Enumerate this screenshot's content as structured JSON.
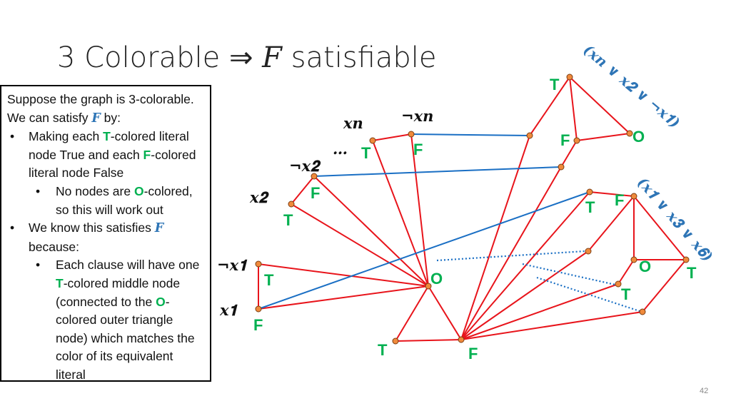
{
  "title": {
    "prefix": "3 Colorable ⇒ ",
    "var": "F",
    "suffix": " satisfiable"
  },
  "textbox": {
    "line1": "Suppose the graph is 3-colorable. We can satisfy ",
    "line1_var": "F",
    "line1_end": " by:",
    "b1_pre": "Making each ",
    "b1_T": "T",
    "b1_mid": "-colored literal node True and each ",
    "b1_F": "F",
    "b1_end": "-colored literal node False",
    "b1a_pre": "No nodes are ",
    "b1a_O": "O",
    "b1a_end": "-colored, so this will work out",
    "b2_pre": "We know this satisfies ",
    "b2_var": "F",
    "b2_end": " because:",
    "b2a_pre": "Each clause will have one ",
    "b2a_T": "T",
    "b2a_mid": "-colored middle node (connected to the ",
    "b2a_O": "O",
    "b2a_end": "-colored outer triangle node) which matches the color of its equivalent literal"
  },
  "variables": {
    "xn": "𝒙𝒏",
    "not_xn": "¬𝒙𝒏",
    "not_x2": "¬𝒙𝟐",
    "x2": "𝒙𝟐",
    "not_x1": "¬𝒙𝟏",
    "x1": "𝒙𝟏",
    "ellipsis": "…"
  },
  "clauses": {
    "c1": "(𝒙𝒏 ∨ 𝒙𝟐 ∨ ¬𝒙𝟏)",
    "c2": "(𝒙𝟏 ∨ 𝒙𝟑 ∨ 𝒙𝟔)"
  },
  "labels": {
    "xn_T": "T",
    "notxn_F": "F",
    "notx2_F": "F",
    "x2_T": "T",
    "notx1_T": "T",
    "x1_F": "F",
    "base_O": "O",
    "base_T": "T",
    "base_F": "F",
    "c1_top_T": "T",
    "c1_left_F": "F",
    "c1_right_O": "O",
    "c2_in_T": "T",
    "c2_top_F": "F",
    "c2_mid_O": "O",
    "c2_right_T": "T",
    "c2_low_T": "T"
  },
  "colors": {
    "edge_red": "#e8141b",
    "edge_blue": "#1a6fc4",
    "node_fill": "#f08a3c",
    "label_green": "#00b050",
    "clause_blue": "#2e75b6"
  },
  "page_number": "42"
}
